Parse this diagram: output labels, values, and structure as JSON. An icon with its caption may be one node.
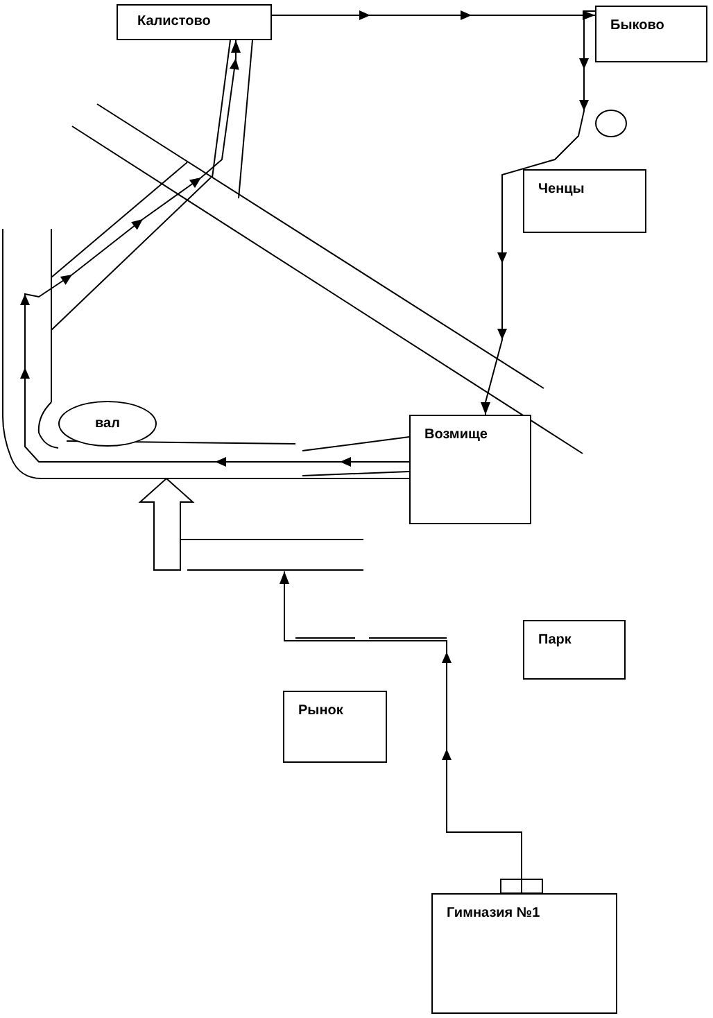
{
  "diagram": {
    "nodes": [
      {
        "text": [
          "Калистово"
        ]
      },
      {
        "text": [
          "Быково"
        ]
      },
      {
        "text": [],
        "shape": "circle"
      },
      {
        "text": [
          "Ченцы"
        ]
      },
      {
        "text": [
          "Возмище"
        ]
      },
      {
        "text": [
          "вал"
        ]
      },
      {
        "text": [
          "Парк"
        ]
      },
      {
        "text": [
          "Рынок"
        ]
      },
      {
        "text": [
          "Гимназия №1"
        ]
      }
    ],
    "edges": [
      {
        "from": 0,
        "to": 1,
        "arrow": "to"
      },
      {
        "from": 1,
        "to": 4,
        "arrow": "to"
      },
      {
        "from": 4,
        "to": 0,
        "arrow": "to"
      },
      {
        "from": 8,
        "to": null,
        "arrow": "to"
      }
    ]
  }
}
